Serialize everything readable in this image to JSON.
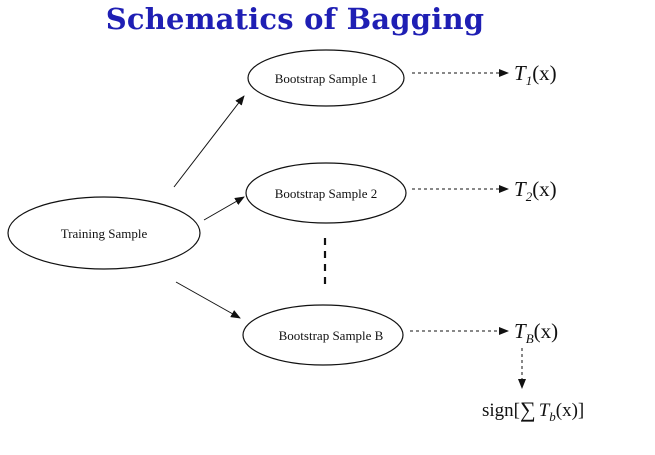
{
  "title": "Schematics of Bagging",
  "nodes": {
    "training": "Training Sample",
    "bootstrap_1": "Bootstrap Sample 1",
    "bootstrap_2": "Bootstrap Sample 2",
    "bootstrap_b": "Bootstrap Sample B"
  },
  "outputs": {
    "t1": {
      "symbol": "T",
      "subscript": "1",
      "arg": "(x)"
    },
    "t2": {
      "symbol": "T",
      "subscript": "2",
      "arg": "(x)"
    },
    "tb": {
      "symbol": "T",
      "subscript": "B",
      "arg": "(x)"
    }
  },
  "aggregate": {
    "prefix": "sign[",
    "sum": "∑",
    "symbol": "T",
    "subscript": "b",
    "arg": "(x)",
    "suffix": "]"
  },
  "colors": {
    "title": "#1f1fb4",
    "stroke": "#111111"
  }
}
